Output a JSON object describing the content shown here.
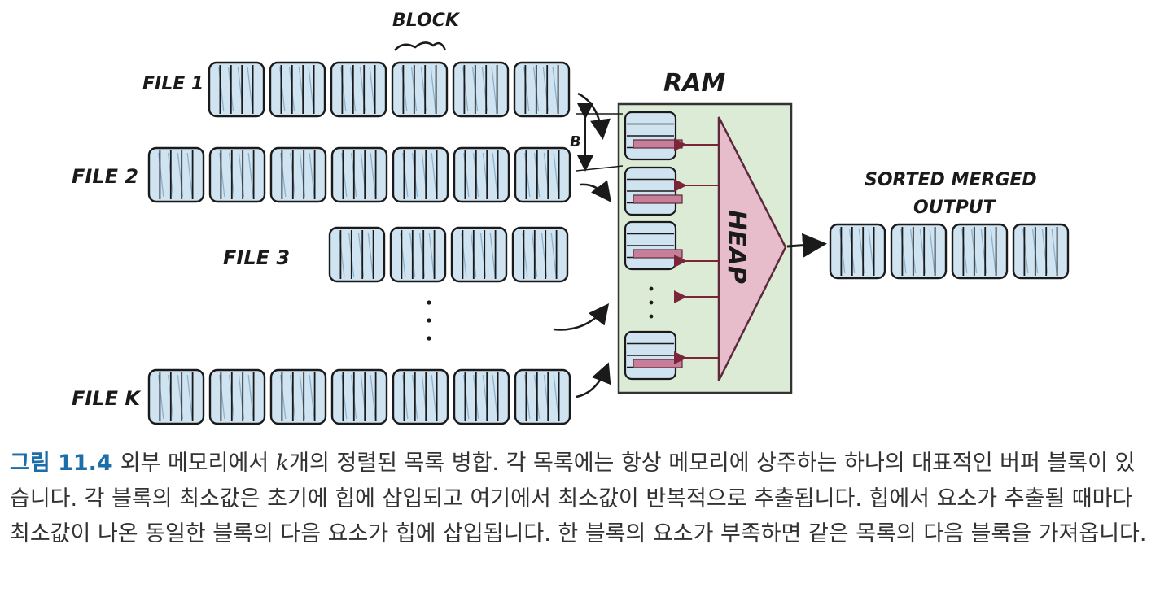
{
  "diagram": {
    "block_label": "BLOCK",
    "ram_label": "RAM",
    "heap_label": "HEAP",
    "output_label_line1": "SORTED MERGED",
    "output_label_line2": "OUTPUT",
    "buffer_size_label": "B",
    "files": [
      {
        "label": "FILE 1",
        "blocks": 6
      },
      {
        "label": "FILE 2",
        "blocks": 7
      },
      {
        "label": "FILE 3",
        "blocks": 4
      },
      {
        "label": "FILE K",
        "blocks": 7
      }
    ],
    "output_blocks": 4,
    "colors": {
      "block_fill": "#cfe3f1",
      "ram_fill": "#dcebd6",
      "heap_fill": "#e7bccb",
      "slot_fill": "#c77f99",
      "ink": "#1a1a1a",
      "heap_arrow": "#7a2638"
    }
  },
  "caption": {
    "label": "그림 11.4",
    "text_before_k": "외부 메모리에서 ",
    "k": "k",
    "text_after_k": "개의 정렬된 목록 병합. 각 목록에는 항상 메모리에 상주하는 하나의 대표적인 버퍼 블록이 있습니다. 각 블록의 최소값은 초기에 힙에 삽입되고 여기에서 최소값이 반복적으로 추출됩니다. 힙에서 요소가 추출될 때마다 최소값이 나온 동일한 블록의 다음 요소가 힙에 삽입됩니다. 한 블록의 요소가 부족하면 같은 목록의 다음 블록을 가져옵니다."
  }
}
